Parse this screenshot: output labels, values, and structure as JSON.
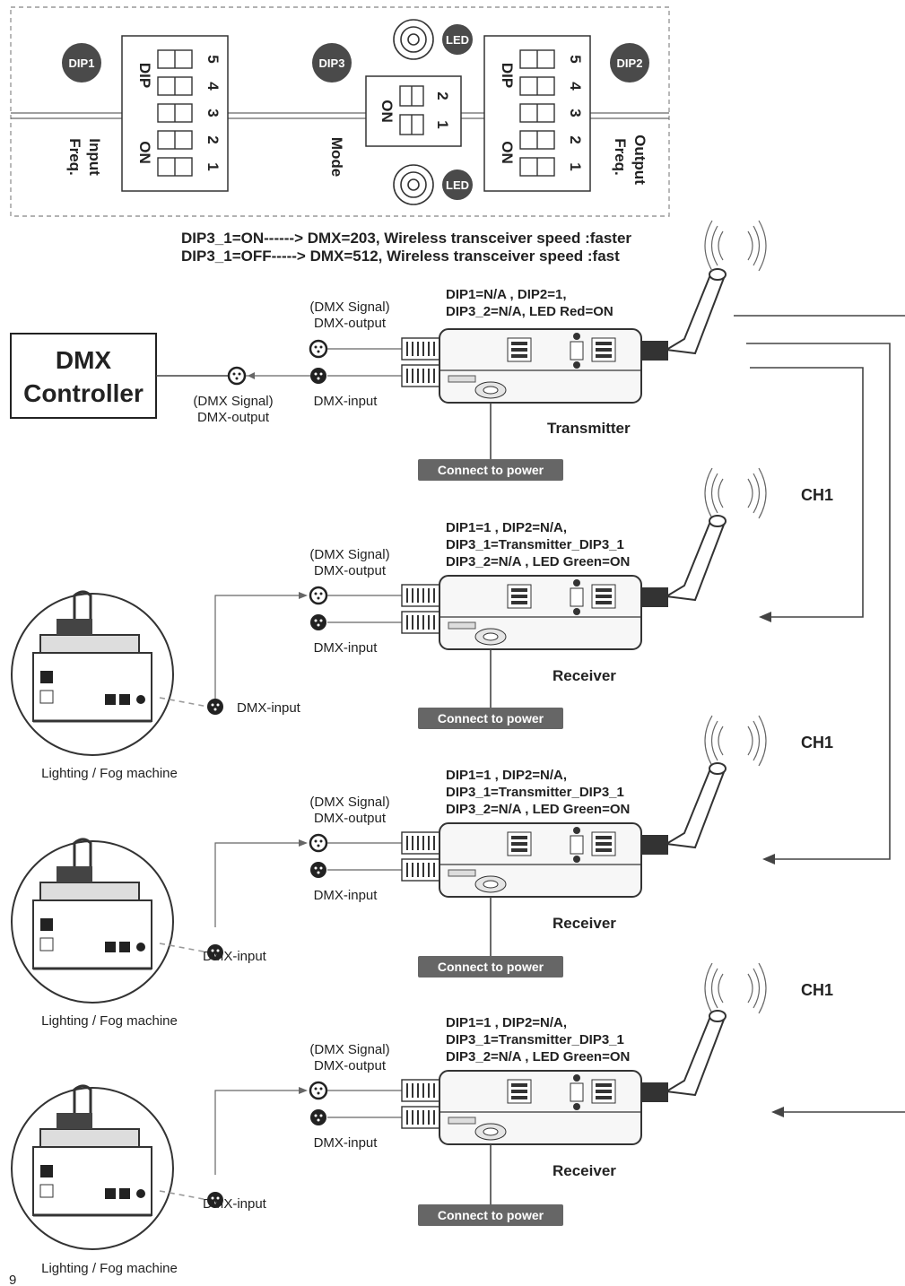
{
  "dip_panel": {
    "dip1_badge": "DIP1",
    "dip2_badge": "DIP2",
    "dip3_badge": "DIP3",
    "led_label": "LED",
    "dip_word": "DIP",
    "on_word": "ON",
    "switch_numbers_5": [
      "5",
      "4",
      "3",
      "2",
      "1"
    ],
    "switch_numbers_2": [
      "2",
      "1"
    ],
    "input_freq": [
      "Input",
      "Freq."
    ],
    "mode": "Mode",
    "output_freq": [
      "Output",
      "Freq."
    ]
  },
  "notes": {
    "line1": "DIP3_1=ON------> DMX=203, Wireless transceiver speed :faster",
    "line2": "DIP3_1=OFF-----> DMX=512, Wireless transceiver speed :fast"
  },
  "controller": {
    "title_line1": "DMX",
    "title_line2": "Controller",
    "signal": "(DMX Signal)",
    "output": "DMX-output"
  },
  "transmitter": {
    "cfg1": "DIP1=N/A , DIP2=1,",
    "cfg2": "DIP3_2=N/A,  LED Red=ON",
    "signal": "(DMX Signal)",
    "output": "DMX-output",
    "input": "DMX-input",
    "name": "Transmitter",
    "power": "Connect to power"
  },
  "receivers": [
    {
      "channel": "CH1",
      "cfg1": "DIP1=1 , DIP2=N/A,",
      "cfg2": "DIP3_1=Transmitter_DIP3_1",
      "cfg3": "DIP3_2=N/A , LED Green=ON",
      "signal": "(DMX Signal)",
      "output": "DMX-output",
      "input": "DMX-input",
      "name": "Receiver",
      "power": "Connect to power",
      "fixture_input": "DMX-input",
      "fixture_caption": "Lighting / Fog machine"
    },
    {
      "channel": "CH1",
      "cfg1": "DIP1=1 , DIP2=N/A,",
      "cfg2": "DIP3_1=Transmitter_DIP3_1",
      "cfg3": "DIP3_2=N/A , LED Green=ON",
      "signal": "(DMX Signal)",
      "output": "DMX-output",
      "input": "DMX-input",
      "name": "Receiver",
      "power": "Connect to power",
      "fixture_input": "DMX-input",
      "fixture_caption": "Lighting / Fog machine"
    },
    {
      "channel": "CH1",
      "cfg1": "DIP1=1 , DIP2=N/A,",
      "cfg2": "DIP3_1=Transmitter_DIP3_1",
      "cfg3": "DIP3_2=N/A , LED Green=ON",
      "signal": "(DMX Signal)",
      "output": "DMX-output",
      "input": "DMX-input",
      "name": "Receiver",
      "power": "Connect to power",
      "fixture_input": "DMX-input",
      "fixture_caption": "Lighting / Fog machine"
    }
  ],
  "page_number": "9"
}
